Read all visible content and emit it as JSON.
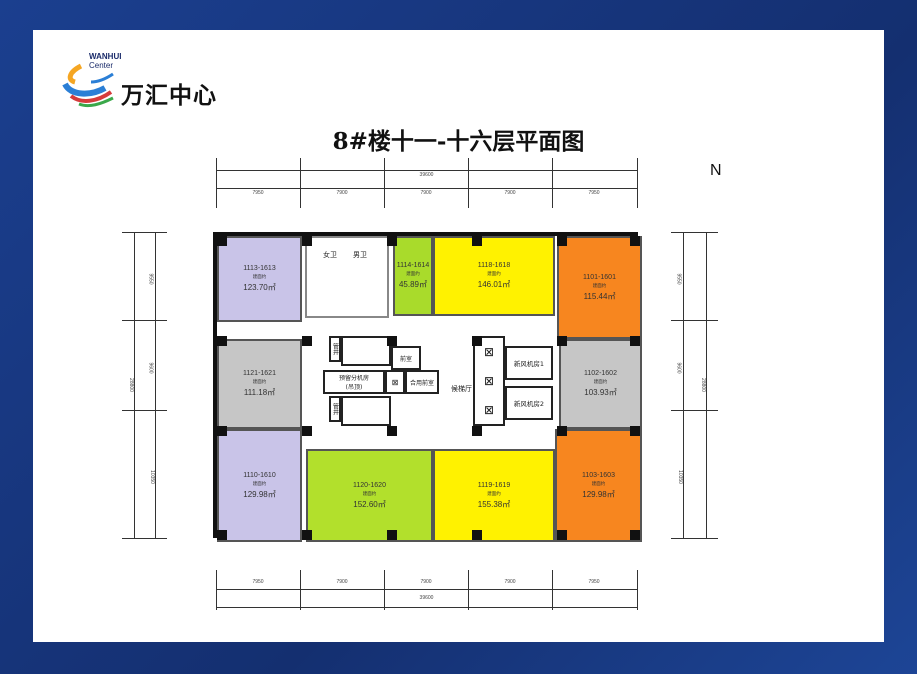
{
  "logo": {
    "en_line1": "WANHUI",
    "en_line2": "Center",
    "cn": "万汇中心"
  },
  "title": "8#楼十一-十六层平面图",
  "north": "N",
  "dims": {
    "top_total": "39600",
    "top_bays": [
      "7950",
      "7900",
      "7900",
      "7900",
      "7950"
    ],
    "bottom_total": "39600",
    "bottom_bays": [
      "7950",
      "7900",
      "7900",
      "7900",
      "7950"
    ],
    "left_total": "28800",
    "left_rows": [
      "9550",
      "9600",
      "10350"
    ],
    "right_total": "28800",
    "right_rows": [
      "9550",
      "9600",
      "10350"
    ]
  },
  "units": [
    {
      "no": "1113-1613",
      "sub": "建面约",
      "area": "123.70㎡",
      "color": "#c9c4e8"
    },
    {
      "no": "1114-1614",
      "sub": "建面约",
      "area": "45.89㎡",
      "color": "#a9db2b"
    },
    {
      "no": "1118-1618",
      "sub": "建面约",
      "area": "146.01㎡",
      "color": "#fff200"
    },
    {
      "no": "1101-1601",
      "sub": "建面约",
      "area": "115.44㎡",
      "color": "#f7861f"
    },
    {
      "no": "1121-1621",
      "sub": "建面约",
      "area": "111.18㎡",
      "color": "#c6c6c6"
    },
    {
      "no": "1102-1602",
      "sub": "建面约",
      "area": "103.93㎡",
      "color": "#c6c6c6"
    },
    {
      "no": "1110-1610",
      "sub": "建面约",
      "area": "129.98㎡",
      "color": "#c9c4e8"
    },
    {
      "no": "1120-1620",
      "sub": "建面约",
      "area": "152.60㎡",
      "color": "#b2e02c"
    },
    {
      "no": "1119-1619",
      "sub": "建面约",
      "area": "155.38㎡",
      "color": "#fff200"
    },
    {
      "no": "1103-1603",
      "sub": "建面约",
      "area": "129.98㎡",
      "color": "#f7861f"
    }
  ],
  "core": {
    "women_wc": "女卫",
    "men_wc": "男卫",
    "shaft1": "管井",
    "shaft2": "管井",
    "anteroom": "前室",
    "reserved_room": "预留分机房",
    "reserved_note": "(吊顶)",
    "shared_anteroom": "合用前室",
    "elevator_lobby": "候梯厅",
    "fresh_air_1": "新风机房1",
    "fresh_air_2": "新风机房2"
  }
}
